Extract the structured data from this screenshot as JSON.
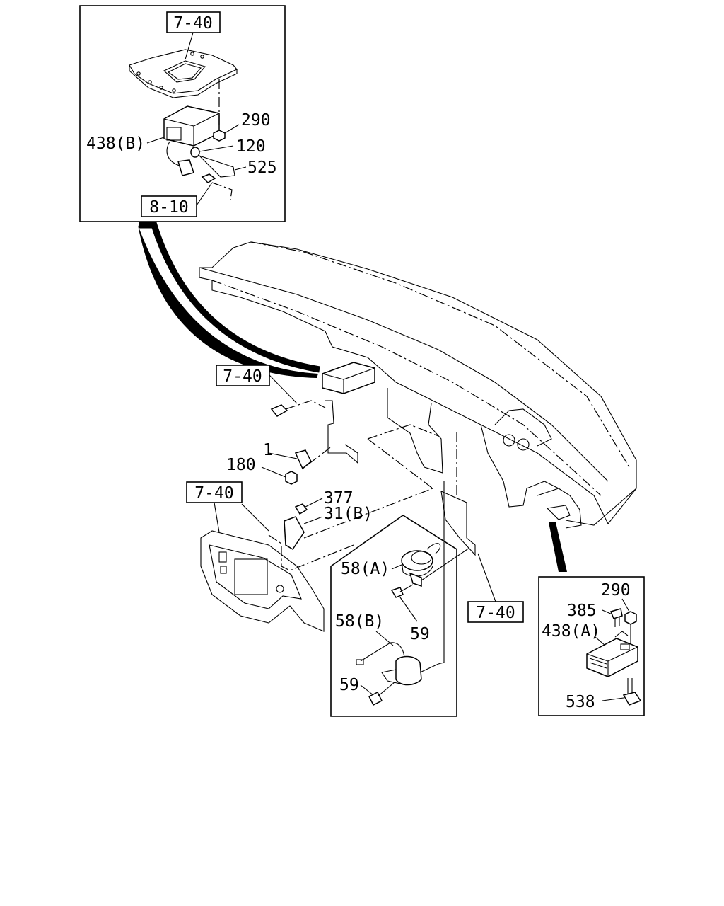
{
  "refs": {
    "top_inset_ref": "7-40",
    "top_inset_bottom_ref": "8-10",
    "mid_left_ref": "7-40",
    "lower_left_ref": "7-40",
    "horn_ref": "7-40"
  },
  "callouts": {
    "p290_top": "290",
    "p438b": "438(B)",
    "p120": "120",
    "p525": "525",
    "p1": "1",
    "p180": "180",
    "p377": "377",
    "p31b": "31(B)",
    "p58a": "58(A)",
    "p59_upper": "59",
    "p58b": "58(B)",
    "p59_lower": "59",
    "p290_right": "290",
    "p385": "385",
    "p438a": "438(A)",
    "p538": "538"
  }
}
